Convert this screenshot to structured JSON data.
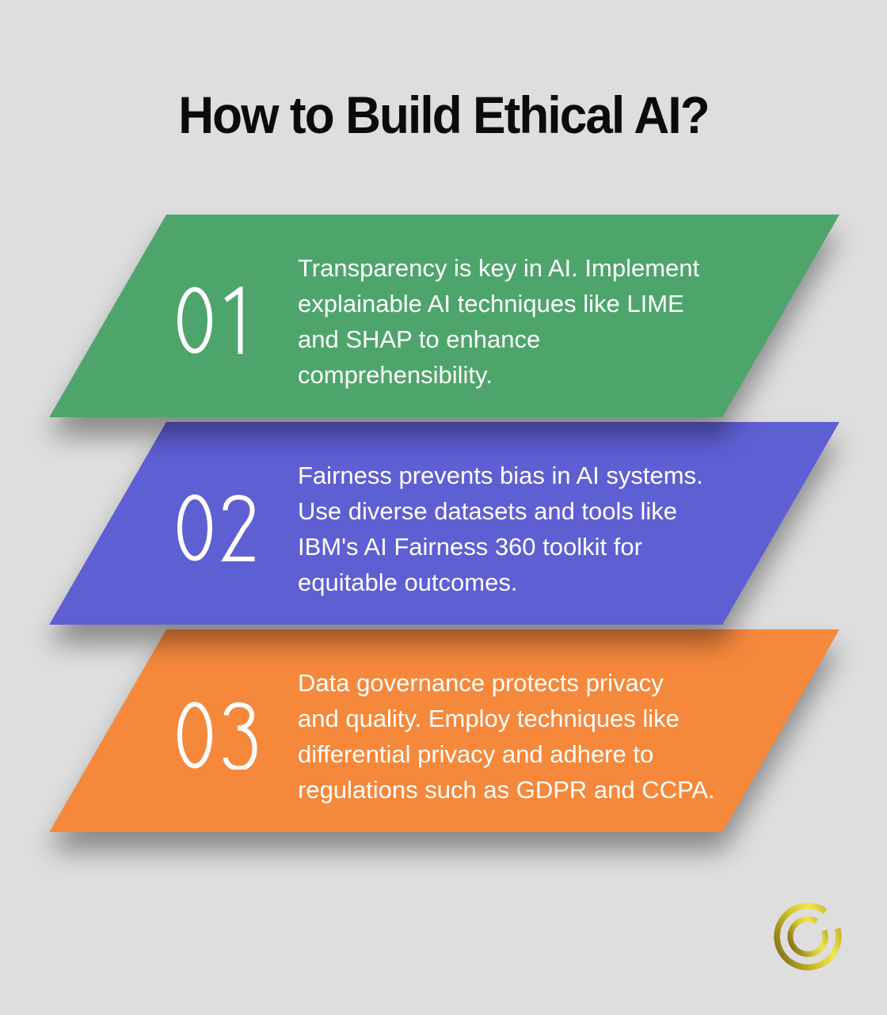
{
  "title": "How to Build Ethical AI?",
  "background_color": "#dedede",
  "title_color": "#0b0b0b",
  "text_color": "#ffffff",
  "steps": [
    {
      "number": "01",
      "color": "#4ea56c",
      "text": "Transparency is key in AI. Implement\nexplainable AI techniques like LIME\nand SHAP to enhance\ncomprehensibility."
    },
    {
      "number": "02",
      "color": "#5e5fd3",
      "text": "Fairness prevents bias in AI systems.\nUse diverse datasets and tools like\nIBM's AI Fairness 360 toolkit for\nequitable outcomes."
    },
    {
      "number": "03",
      "color": "#f6883c",
      "text": "Data governance protects privacy\nand quality. Employ techniques like\ndifferential privacy and adhere to\nregulations such as GDPR and CCPA."
    }
  ],
  "logo": {
    "icon": "gold-q-monogram",
    "gold_dark": "#85741a",
    "gold_mid": "#d8c82f",
    "gold_light": "#f2e74e"
  }
}
